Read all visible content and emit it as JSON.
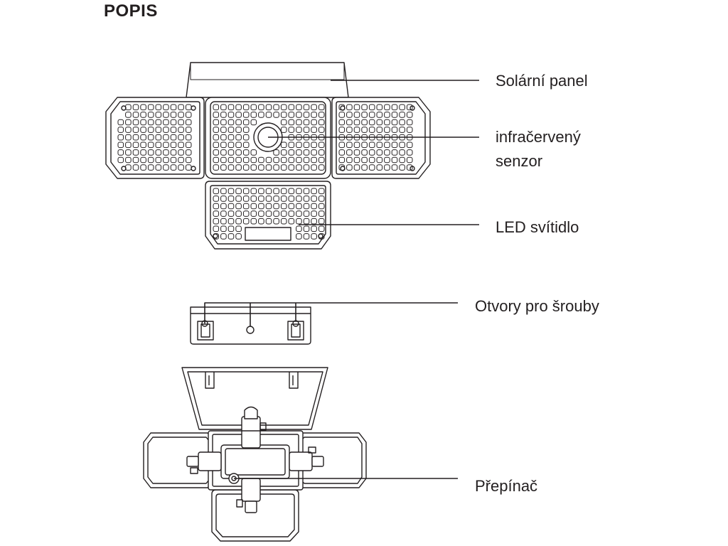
{
  "title": "POPIS",
  "labels": {
    "solar_panel": "Solární panel",
    "ir_sensor_line1": "infračervený",
    "ir_sensor_line2": "senzor",
    "led_light": "LED svítidlo",
    "screw_holes": "Otvory pro šrouby",
    "switch": "Přepínač"
  },
  "colors": {
    "ink": "#231f20",
    "background": "#ffffff"
  }
}
